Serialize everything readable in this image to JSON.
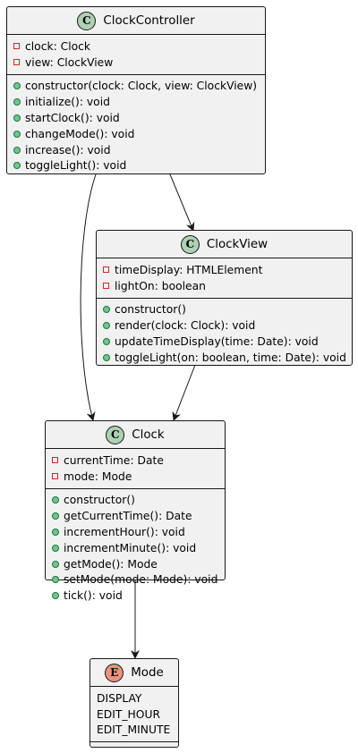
{
  "colors": {
    "class_badge": "#add1b2",
    "enum_badge": "#eb937f",
    "box_fill": "#f1f1f1",
    "border": "#181818",
    "private_marker": "#c82930",
    "public_marker": "#84be84"
  },
  "classes": {
    "controller": {
      "badge": "C",
      "name": "ClockController",
      "fields": [
        "clock: Clock",
        "view: ClockView"
      ],
      "methods": [
        "constructor(clock: Clock, view: ClockView)",
        "initialize(): void",
        "startClock(): void",
        "changeMode(): void",
        "increase(): void",
        "toggleLight(): void"
      ]
    },
    "view": {
      "badge": "C",
      "name": "ClockView",
      "fields": [
        "timeDisplay: HTMLElement",
        "lightOn: boolean"
      ],
      "methods": [
        "constructor()",
        "render(clock: Clock): void",
        "updateTimeDisplay(time: Date): void",
        "toggleLight(on: boolean, time: Date): void"
      ]
    },
    "clock": {
      "badge": "C",
      "name": "Clock",
      "fields": [
        "currentTime: Date",
        "mode: Mode"
      ],
      "methods": [
        "constructor()",
        "getCurrentTime(): Date",
        "incrementHour(): void",
        "incrementMinute(): void",
        "getMode(): Mode",
        "setMode(mode: Mode): void",
        "tick(): void"
      ]
    }
  },
  "enum": {
    "badge": "E",
    "name": "Mode",
    "literals": [
      "DISPLAY",
      "EDIT_HOUR",
      "EDIT_MINUTE"
    ]
  },
  "relations": [
    {
      "from": "ClockController",
      "to": "ClockView"
    },
    {
      "from": "ClockController",
      "to": "Clock"
    },
    {
      "from": "ClockView",
      "to": "Clock"
    },
    {
      "from": "Clock",
      "to": "Mode"
    }
  ]
}
